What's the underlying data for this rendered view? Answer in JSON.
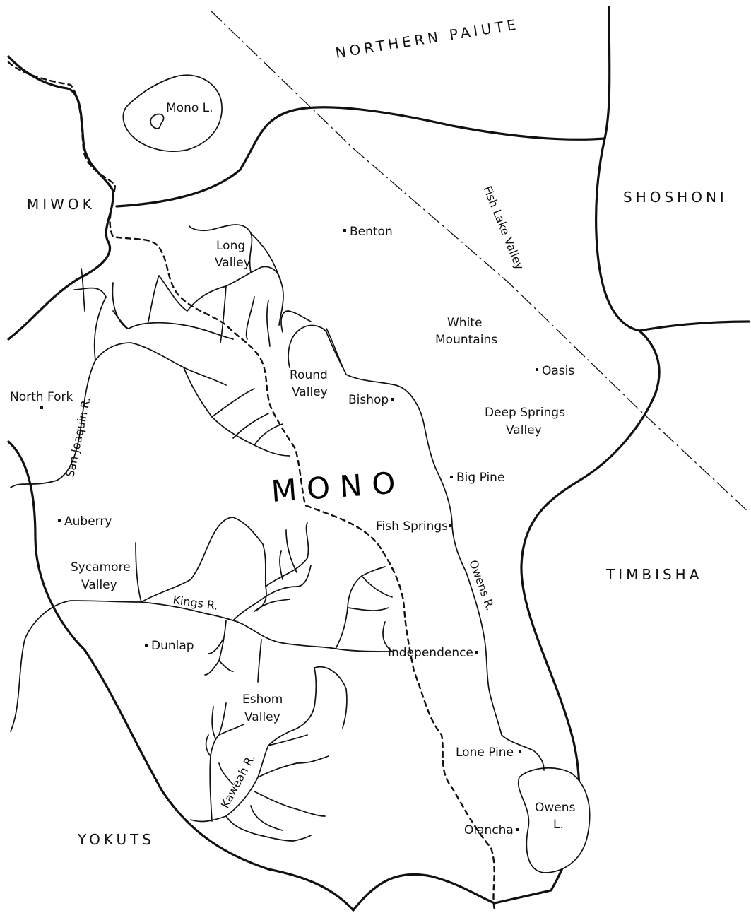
{
  "tribes": {
    "northern_paiute": "NORTHERN PAIUTE",
    "miwok": "MIWOK",
    "shoshoni": "SHOSHONI",
    "timbisha": "TIMBISHA",
    "yokuts": "YOKUTS",
    "mono": "MONO"
  },
  "lakes": {
    "mono": "Mono L.",
    "owens_line1": "Owens",
    "owens_line2": "L."
  },
  "places": {
    "benton": "Benton",
    "long_valley_1": "Long",
    "long_valley_2": "Valley",
    "white_mountains_1": "White",
    "white_mountains_2": "Mountains",
    "oasis": "Oasis",
    "round_valley_1": "Round",
    "round_valley_2": "Valley",
    "bishop": "Bishop",
    "deep_springs_1": "Deep Springs",
    "deep_springs_2": "Valley",
    "north_fork": "North Fork",
    "big_pine": "Big Pine",
    "auberry": "Auberry",
    "fish_springs": "Fish Springs",
    "sycamore_1": "Sycamore",
    "sycamore_2": "Valley",
    "dunlap": "Dunlap",
    "independence": "Independence",
    "eshom_1": "Eshom",
    "eshom_2": "Valley",
    "lone_pine": "Lone Pine",
    "olancha": "Olancha"
  },
  "rivers": {
    "fish_lake_valley": "Fish Lake Valley",
    "san_joaquin": "San Joaquin R.",
    "kings": "Kings R.",
    "owens": "Owens R.",
    "kaweah": "Kaweah R."
  }
}
